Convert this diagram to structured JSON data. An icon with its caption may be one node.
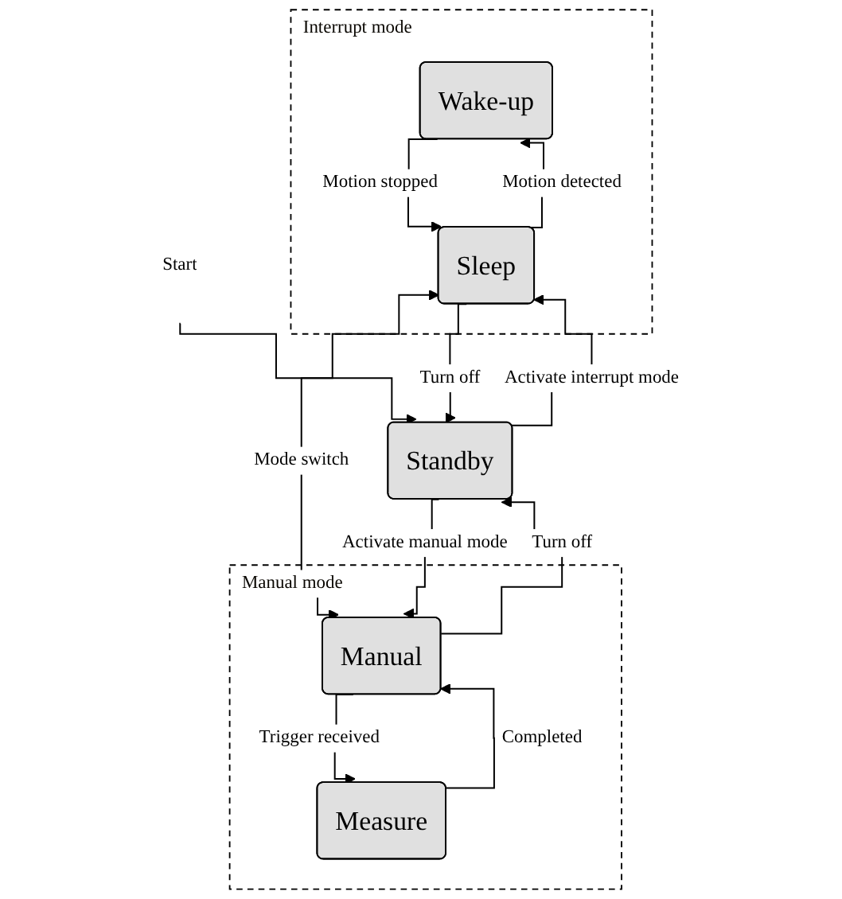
{
  "diagram": {
    "nodes": [
      {
        "text": [
          "Interrupt mode"
        ]
      },
      {
        "text": [
          "Wake-up"
        ],
        "in": 0
      },
      {
        "text": [
          "Sleep"
        ],
        "in": 0
      },
      {
        "text": [
          "Start"
        ]
      },
      {
        "text": [
          "Standby"
        ]
      },
      {
        "text": [
          "Manual mode"
        ]
      },
      {
        "text": [
          "Manual"
        ],
        "in": 5
      },
      {
        "text": [
          "Measure"
        ],
        "in": 5
      }
    ],
    "edges": [
      {
        "from": 3,
        "to": 4,
        "arrow": "to"
      },
      {
        "from": 4,
        "to": 2,
        "label": "Activate interrupt mode",
        "arrow": "to"
      },
      {
        "from": 2,
        "to": 4,
        "label": "Turn off",
        "arrow": "to"
      },
      {
        "from": 2,
        "to": 1,
        "label": "Motion detected",
        "arrow": "to"
      },
      {
        "from": 1,
        "to": 2,
        "label": "Motion stopped",
        "arrow": "to"
      },
      {
        "from": 2,
        "to": 6,
        "label": "Mode switch",
        "arrow": "both"
      },
      {
        "from": 4,
        "to": 6,
        "label": "Activate manual mode",
        "arrow": "to"
      },
      {
        "from": 6,
        "to": 4,
        "label": "Turn off",
        "arrow": "to"
      },
      {
        "from": 6,
        "to": 7,
        "label": "Trigger received",
        "arrow": "to"
      },
      {
        "from": 7,
        "to": 6,
        "label": "Completed",
        "arrow": "to"
      }
    ]
  }
}
